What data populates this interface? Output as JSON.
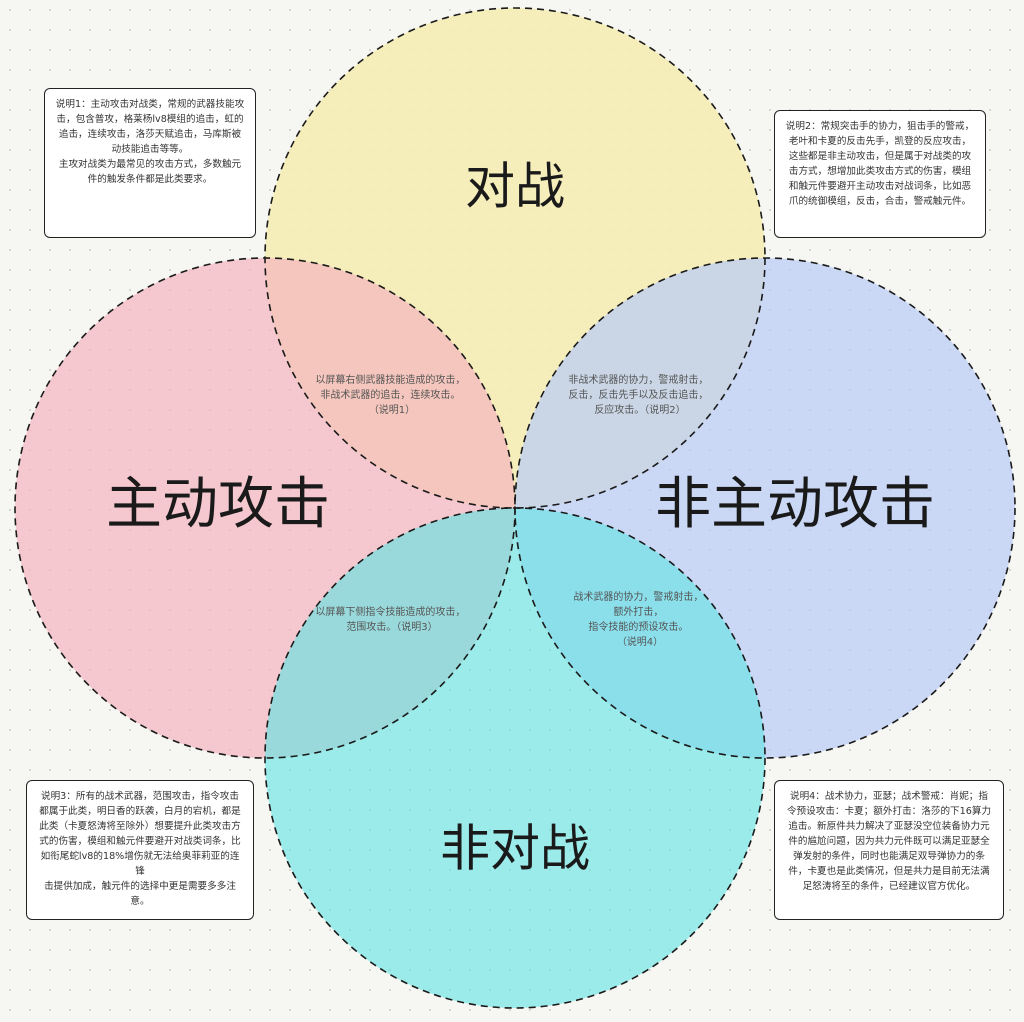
{
  "circles": {
    "top": {
      "label": "对战",
      "fill": "#f5ecb0"
    },
    "left": {
      "label": "主动攻击",
      "fill": "#f3b5bd"
    },
    "right": {
      "label": "非主动攻击",
      "fill": "#b8ccf7"
    },
    "bottom": {
      "label": "非对战",
      "fill": "#63e4e4"
    }
  },
  "overlaps": {
    "top_left": [
      "以屏幕右侧武器技能造成的攻击，",
      "非战术武器的追击，连续攻击。",
      "（说明1）"
    ],
    "top_right": [
      "非战术武器的协力，警戒射击，",
      "反击，反击先手以及反击追击，",
      "反应攻击。（说明2）"
    ],
    "bottom_left": [
      "以屏幕下侧指令技能造成的攻击，",
      "范围攻击。（说明3）"
    ],
    "bottom_right": [
      "战术武器的协力，警戒射击，",
      "额外打击，",
      "指令技能的预设攻击。",
      "（说明4）"
    ]
  },
  "notes": {
    "note1": [
      "说明1：主动攻击对战类，常规的武器技能攻",
      "击，包含普攻，格莱杨lv8模组的追击，虹的",
      "追击，连续攻击，洛莎天赋追击，马库斯被",
      "动技能追击等等。",
      "主攻对战类为最常见的攻击方式，多数触元",
      "件的触发条件都是此类要求。"
    ],
    "note2": [
      "说明2：常规突击手的协力，狙击手的警戒，",
      "老叶和卡夏的反击先手，凯登的反应攻击，",
      "这些都是非主动攻击，但是属于对战类的攻",
      "击方式，想增加此类攻击方式的伤害，模组",
      "和触元件要避开主动攻击对战词条，比如恶",
      "爪的统御模组，反击，合击，警戒触元件。"
    ],
    "note3": [
      "说明3：所有的战术武器，范围攻击，指令攻击",
      "都属于此类，明日香的跃袭，白月的宕机，都是",
      "此类（卡夏怒涛将至除外）想要提升此类攻击方",
      "式的伤害，模组和触元件要避开对战类词条，比",
      "如衔尾蛇lv8的18%增伤就无法给奥菲莉亚的连锋",
      "击提供加成，触元件的选择中更是需要多多注",
      "意。"
    ],
    "note4": [
      "说明4：战术协力，亚瑟；战术警戒：肖妮；指",
      "令预设攻击：卡夏；额外打击：洛莎的下16算力",
      "追击。新原件共力解决了亚瑟没空位装备协力元",
      "件的尴尬问题，因为共力元件既可以满足亚瑟全",
      "弹发射的条件，同时也能满足双导弹协力的条",
      "件，卡夏也是此类情况，但是共力是目前无法满",
      "足怒涛将至的条件，已经建议官方优化。"
    ]
  }
}
